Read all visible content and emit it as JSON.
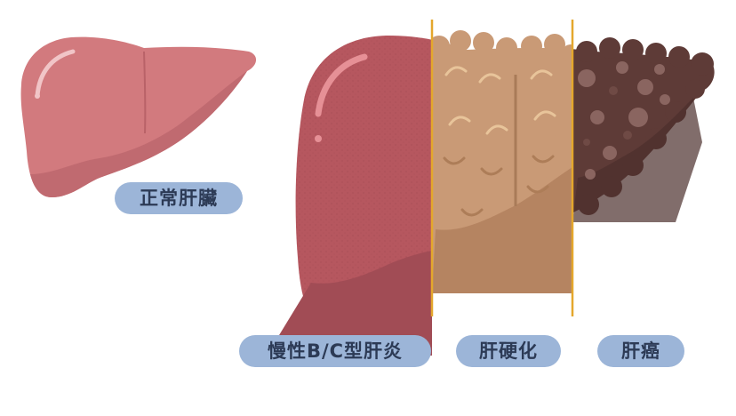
{
  "labels": {
    "normal": "正常肝臟",
    "hepatitis": "慢性B/C型肝炎",
    "cirrhosis": "肝硬化",
    "cancer": "肝癌"
  },
  "colors": {
    "pill_bg": "#9cb5d8",
    "pill_text": "#2c3a55",
    "divider": "#e4a72c",
    "normal_liver": "#d27a7e",
    "hepatitis_liver": "#b6575f",
    "cirrhosis_liver": "#c99a76",
    "cancer_liver": "#5e3b37"
  }
}
